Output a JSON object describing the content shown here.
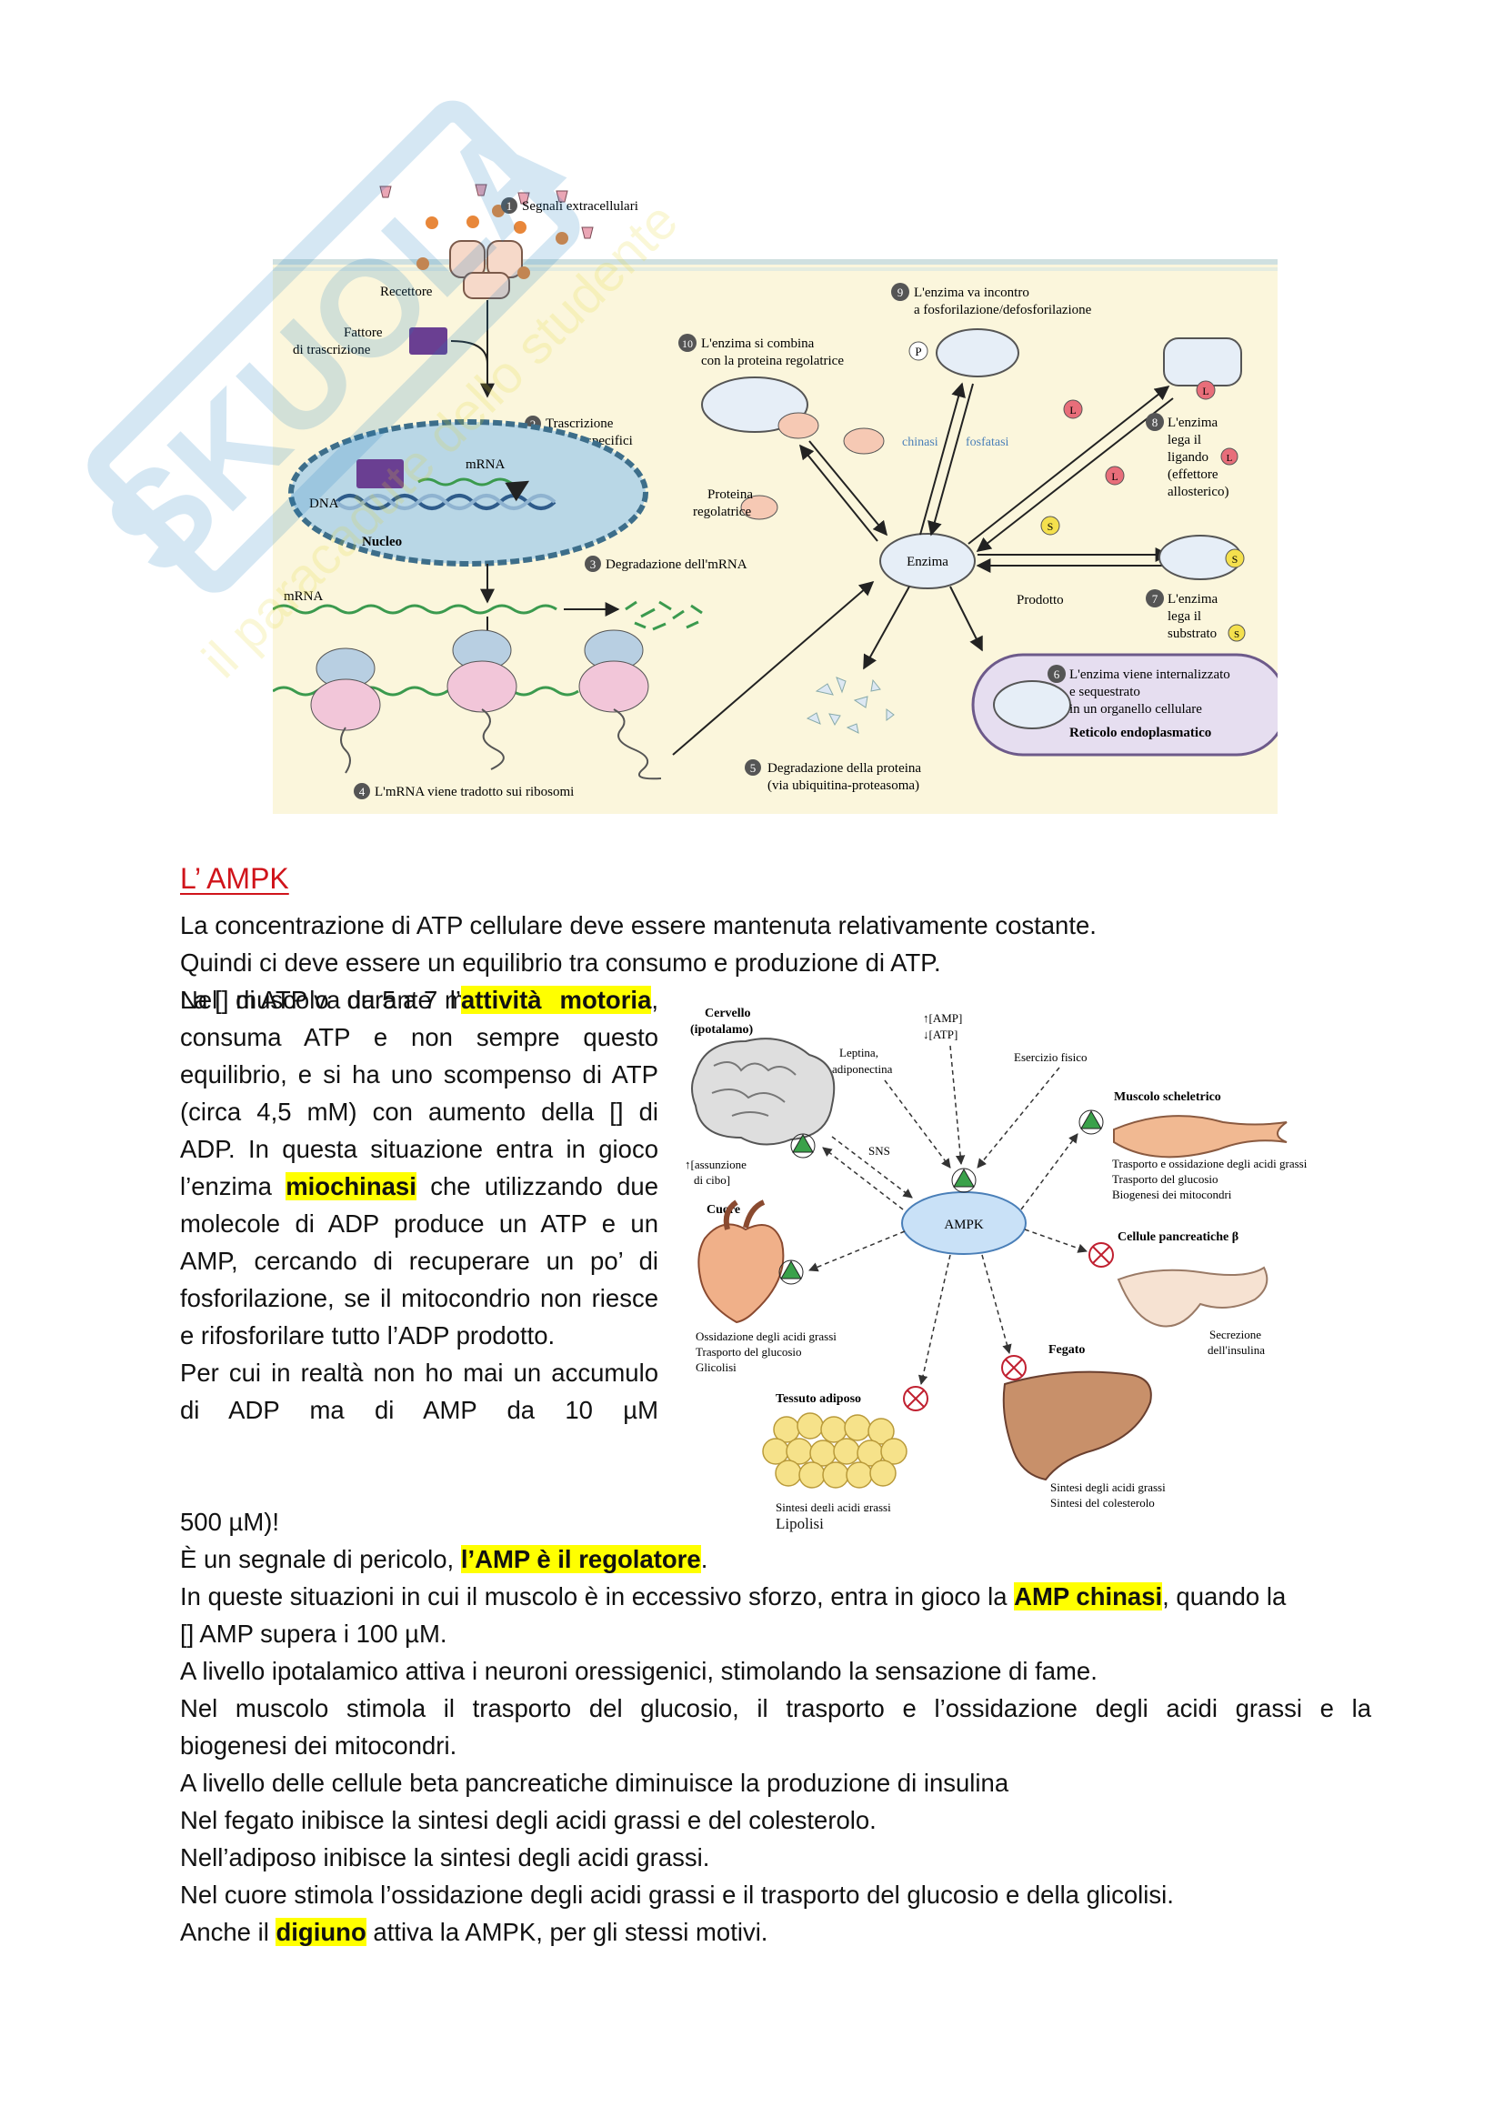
{
  "figure1": {
    "labels": {
      "step1": "Segnali extracellulari",
      "recettore": "Recettore",
      "fattore1": "Fattore",
      "fattore2": "di trascrizione",
      "step2a": "Trascrizione",
      "step2b": "di geni specifici",
      "mrna_top": "mRNA",
      "dna": "DNA",
      "nucleo": "Nucleo",
      "step3": "Degradazione dell'mRNA",
      "mrna_left": "mRNA",
      "step4": "L'mRNA viene tradotto sui ribosomi",
      "step5a": "Degradazione della proteina",
      "step5b": "(via ubiquitina-proteasoma)",
      "step6a": "L'enzima viene internalizzato",
      "step6b": "e sequestrato",
      "step6c": "in un organello cellulare",
      "step6d": "Reticolo endoplasmatico",
      "step7a": "L'enzima",
      "step7b": "lega il",
      "step7c": "substrato",
      "step8a": "L'enzima",
      "step8b": "lega il",
      "step8c": "ligando",
      "step8d": "(effettore",
      "step8e": "allosterico)",
      "step9a": "L'enzima va incontro",
      "step9b": "a fosforilazione/defosforilazione",
      "step10a": "L'enzima si combina",
      "step10b": "con la proteina regolatrice",
      "chinasi": "chinasi",
      "fosfatasi": "fosfatasi",
      "proteina1": "Proteina",
      "proteina2": "regolatrice",
      "enzima": "Enzima",
      "prodotto": "Prodotto",
      "p": "P",
      "l": "L",
      "s": "S",
      "n1": "1",
      "n2": "2",
      "n3": "3",
      "n4": "4",
      "n5": "5",
      "n6": "6",
      "n7": "7",
      "n8": "8",
      "n9": "9",
      "n10": "10"
    }
  },
  "heading": "L’ AMPK",
  "paragraphs_top": [
    "La concentrazione di ATP cellulare deve essere mantenuta relativamente costante.",
    "Quindi ci deve essere un equilibrio tra consumo e produzione di ATP.",
    "La [] di ATP va da 5 a 7 mM."
  ],
  "left_column": {
    "p1_before": "Nel muscolo durante l’",
    "p1_bold": "attività motoria",
    "p1_after": ", consuma ATP e non sempre questo equilibrio, e si ha uno scompenso di ATP (circa 4,5 mM) con aumento della [] di ADP. In questa situazione entra in gioco l’enzima",
    "p1_bold2": "miochinasi",
    "p1_after2": "che utilizzando due molecole di ADP produce un ATP e un AMP, cercando di recuperare un po’ di fosforilazione, se il mitocondrio non riesce e rifosforilare tutto l’ADP prodotto.",
    "p2": "Per cui in realtà non ho mai un accumulo di ADP ma di AMP da 10 µM"
  },
  "line_500": "500 µM)!",
  "line_pericolo_before": "È un segnale di pericolo, ",
  "line_pericolo_bold": "l’AMP è il regolatore",
  "line_pericolo_after": ".",
  "line_chinasi_before": "In queste situazioni in cui il muscolo è in eccessivo sforzo, entra in gioco la ",
  "line_chinasi_bold": "AMP chinasi",
  "line_chinasi_after": ", quando la",
  "line_chinasi_2": "[] AMP supera i 100 µM.",
  "paragraphs_bottom": [
    "A livello ipotalamico attiva i neuroni oressigenici, stimolando la sensazione di fame.",
    "Nel muscolo stimola il trasporto del glucosio, il trasporto e l’ossidazione degli acidi grassi e la",
    "biogenesi dei mitocondri.",
    "A livello delle cellule beta pancreatiche diminuisce la produzione di insulina",
    "Nel fegato inibisce la sintesi degli acidi grassi e del colesterolo.",
    "Nell’adiposo inibisce la sintesi degli acidi grassi.",
    "Nel cuore stimola l’ossidazione degli acidi grassi e il trasporto del glucosio e della glicolisi."
  ],
  "last_line_before": "Anche il ",
  "last_line_bold": "digiuno",
  "last_line_after": " attiva la AMPK, per gli stessi motivi.",
  "figure2": {
    "center": "AMPK",
    "cervello1": "Cervello",
    "cervello2": "(ipotalamo)",
    "amp_up": "↑[AMP]",
    "atp_down": "↓[ATP]",
    "leptina1": "Leptina,",
    "leptina2": "adiponectina",
    "esercizio": "Esercizio fisico",
    "muscolo": "Muscolo scheletrico",
    "muscolo_e1": "Trasporto e ossidazione degli acidi grassi",
    "muscolo_e2": "Trasporto del glucosio",
    "muscolo_e3": "Biogenesi dei mitocondri",
    "sns": "SNS",
    "cibo1": "↑[assunzione",
    "cibo2": "di cibo]",
    "cuore": "Cuore",
    "cuore_e1": "Ossidazione degli acidi grassi",
    "cuore_e2": "Trasporto del glucosio",
    "cuore_e3": "Glicolisi",
    "pancreas": "Cellule pancreatiche β",
    "pancreas_e1": "Secrezione",
    "pancreas_e2": "dell'insulina",
    "adiposo": "Tessuto adiposo",
    "adiposo_e1": "Sintesi degli acidi grassi",
    "adiposo_e2": "Lipolisi",
    "fegato": "Fegato",
    "fegato_e1": "Sintesi degli acidi grassi",
    "fegato_e2": "Sintesi del colesterolo"
  },
  "colors": {
    "heading": "#d0141b",
    "highlight": "#ffff00",
    "panel": "#fbf6dc",
    "er": "#e6def0",
    "ampk": "#c9e1f7"
  }
}
